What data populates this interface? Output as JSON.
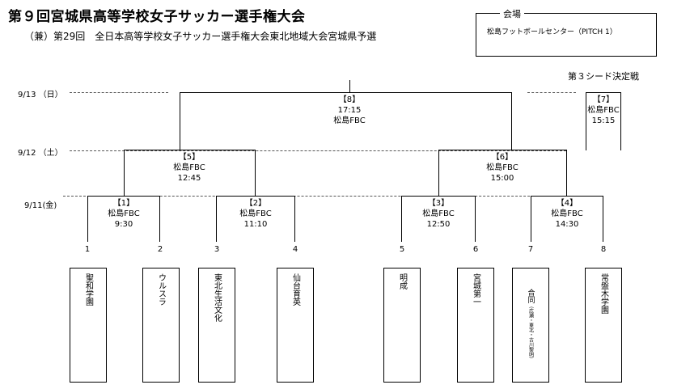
{
  "header": {
    "title": "第９回宮城県高等学校女子サッカー選手権大会",
    "subtitle": "（兼）第29回　全日本高等学校女子サッカー選手権大会東北地域大会宮城県予選"
  },
  "venue": {
    "label": "会場",
    "name": "松島フットボールセンター（PITCH 1）"
  },
  "dates": {
    "d913": "9/13 （日）",
    "d912": "9/12 （土）",
    "d911": "9/11(金)"
  },
  "third_place_label": "第３シード決定戦",
  "matches": {
    "m1": {
      "no": "【1】",
      "venue": "松島FBC",
      "time": "9:30"
    },
    "m2": {
      "no": "【2】",
      "venue": "松島FBC",
      "time": "11:10"
    },
    "m3": {
      "no": "【3】",
      "venue": "松島FBC",
      "time": "12:50"
    },
    "m4": {
      "no": "【4】",
      "venue": "松島FBC",
      "time": "14:30"
    },
    "m5": {
      "no": "【5】",
      "venue": "松島FBC",
      "time": "12:45"
    },
    "m6": {
      "no": "【6】",
      "venue": "松島FBC",
      "time": "15:00"
    },
    "m7": {
      "no": "【7】",
      "venue": "松島FBC",
      "time": "15:15"
    },
    "m8": {
      "no": "【8】",
      "time": "17:15",
      "venue": "松島FBC"
    }
  },
  "teams": [
    {
      "no": "1",
      "name": "聖和学園"
    },
    {
      "no": "2",
      "name": "ウルスラ"
    },
    {
      "no": "3",
      "name": "東北生活文化"
    },
    {
      "no": "4",
      "name": "仙台育英"
    },
    {
      "no": "5",
      "name": "明成"
    },
    {
      "no": "6",
      "name": "宮城第一"
    },
    {
      "no": "7",
      "name": "合同",
      "sub": "（広瀬・東北・古川黎明）"
    },
    {
      "no": "8",
      "name": "常盤木学園"
    }
  ]
}
